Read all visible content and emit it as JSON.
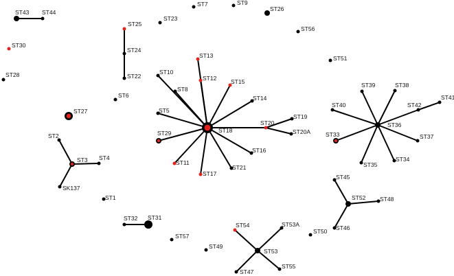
{
  "colors": {
    "node_black": "#000000",
    "node_red": "#e0241b",
    "edge": "#000000",
    "background": "#ffffff"
  },
  "nodes": [
    {
      "id": "ST43",
      "label": "ST43",
      "color": "black",
      "size": "medium"
    },
    {
      "id": "ST44",
      "label": "ST44",
      "color": "black",
      "size": "small"
    },
    {
      "id": "ST25",
      "label": "ST25",
      "color": "red",
      "size": "small"
    },
    {
      "id": "ST24",
      "label": "ST24",
      "color": "black",
      "size": "small"
    },
    {
      "id": "ST22",
      "label": "ST22",
      "color": "black",
      "size": "small"
    },
    {
      "id": "ST23",
      "label": "ST23",
      "color": "black",
      "size": "small"
    },
    {
      "id": "ST7",
      "label": "ST7",
      "color": "black",
      "size": "small"
    },
    {
      "id": "ST9",
      "label": "ST9",
      "color": "black",
      "size": "small"
    },
    {
      "id": "ST26",
      "label": "ST26",
      "color": "black",
      "size": "medium"
    },
    {
      "id": "ST56",
      "label": "ST56",
      "color": "black",
      "size": "small"
    },
    {
      "id": "ST30",
      "label": "ST30",
      "color": "red",
      "size": "small"
    },
    {
      "id": "ST28",
      "label": "ST28",
      "color": "black",
      "size": "small"
    },
    {
      "id": "ST51",
      "label": "ST51",
      "color": "black",
      "size": "small"
    },
    {
      "id": "ST6",
      "label": "ST6",
      "color": "black",
      "size": "small"
    },
    {
      "id": "ST27",
      "label": "ST27",
      "color": "ring",
      "size": "large"
    },
    {
      "id": "ST13",
      "label": "ST13",
      "color": "red",
      "size": "small"
    },
    {
      "id": "ST10",
      "label": "ST10",
      "color": "black",
      "size": "small"
    },
    {
      "id": "ST12",
      "label": "ST12",
      "color": "red",
      "size": "small"
    },
    {
      "id": "ST15",
      "label": "ST15",
      "color": "red",
      "size": "small"
    },
    {
      "id": "ST8",
      "label": "ST8",
      "color": "black",
      "size": "small"
    },
    {
      "id": "ST14",
      "label": "ST14",
      "color": "black",
      "size": "small"
    },
    {
      "id": "ST5",
      "label": "ST5",
      "color": "black",
      "size": "small"
    },
    {
      "id": "ST18",
      "label": "ST18",
      "color": "ring",
      "size": "xlarge"
    },
    {
      "id": "ST20",
      "label": "ST20",
      "color": "red",
      "size": "small"
    },
    {
      "id": "ST19",
      "label": "ST19",
      "color": "black",
      "size": "small"
    },
    {
      "id": "ST20A",
      "label": "ST20A",
      "color": "black",
      "size": "small"
    },
    {
      "id": "ST29",
      "label": "ST29",
      "color": "ring",
      "size": "medium"
    },
    {
      "id": "ST16",
      "label": "ST16",
      "color": "black",
      "size": "small"
    },
    {
      "id": "ST11",
      "label": "ST11",
      "color": "red",
      "size": "small"
    },
    {
      "id": "ST17",
      "label": "ST17",
      "color": "red",
      "size": "small"
    },
    {
      "id": "ST21",
      "label": "ST21",
      "color": "black",
      "size": "small"
    },
    {
      "id": "ST2",
      "label": "ST2",
      "color": "black",
      "size": "small"
    },
    {
      "id": "ST3",
      "label": "ST3",
      "color": "ring",
      "size": "medium"
    },
    {
      "id": "ST4",
      "label": "ST4",
      "color": "black",
      "size": "small"
    },
    {
      "id": "SK137",
      "label": "SK137",
      "color": "black",
      "size": "small"
    },
    {
      "id": "ST1",
      "label": "ST1",
      "color": "black",
      "size": "small"
    },
    {
      "id": "ST39",
      "label": "ST39",
      "color": "black",
      "size": "small"
    },
    {
      "id": "ST38",
      "label": "ST38",
      "color": "black",
      "size": "small"
    },
    {
      "id": "ST41",
      "label": "ST41",
      "color": "black",
      "size": "small"
    },
    {
      "id": "ST42",
      "label": "ST42",
      "color": "black",
      "size": "small"
    },
    {
      "id": "ST40",
      "label": "ST40",
      "color": "black",
      "size": "small"
    },
    {
      "id": "ST36",
      "label": "ST36",
      "color": "black",
      "size": "medium"
    },
    {
      "id": "ST33",
      "label": "ST33",
      "color": "ring",
      "size": "medium"
    },
    {
      "id": "ST37",
      "label": "ST37",
      "color": "black",
      "size": "small"
    },
    {
      "id": "ST35",
      "label": "ST35",
      "color": "black",
      "size": "small"
    },
    {
      "id": "ST34",
      "label": "ST34",
      "color": "black",
      "size": "small"
    },
    {
      "id": "ST45",
      "label": "ST45",
      "color": "black",
      "size": "small"
    },
    {
      "id": "ST52",
      "label": "ST52",
      "color": "black",
      "size": "medium"
    },
    {
      "id": "ST48",
      "label": "ST48",
      "color": "black",
      "size": "small"
    },
    {
      "id": "ST46",
      "label": "ST46",
      "color": "black",
      "size": "small"
    },
    {
      "id": "ST50",
      "label": "ST50",
      "color": "black",
      "size": "small"
    },
    {
      "id": "ST32",
      "label": "ST32",
      "color": "black",
      "size": "small"
    },
    {
      "id": "ST31",
      "label": "ST31",
      "color": "black",
      "size": "large"
    },
    {
      "id": "ST57",
      "label": "ST57",
      "color": "black",
      "size": "small"
    },
    {
      "id": "ST54",
      "label": "ST54",
      "color": "red",
      "size": "small"
    },
    {
      "id": "ST53A",
      "label": "ST53A",
      "color": "black",
      "size": "small"
    },
    {
      "id": "ST53",
      "label": "ST53",
      "color": "black",
      "size": "medium"
    },
    {
      "id": "ST49",
      "label": "ST49",
      "color": "black",
      "size": "small"
    },
    {
      "id": "ST47",
      "label": "ST47",
      "color": "black",
      "size": "small"
    },
    {
      "id": "ST55",
      "label": "ST55",
      "color": "black",
      "size": "small"
    }
  ],
  "edges": [
    [
      "ST43",
      "ST44"
    ],
    [
      "ST25",
      "ST24"
    ],
    [
      "ST24",
      "ST22"
    ],
    [
      "ST18",
      "ST13"
    ],
    [
      "ST18",
      "ST10"
    ],
    [
      "ST18",
      "ST12"
    ],
    [
      "ST18",
      "ST15"
    ],
    [
      "ST18",
      "ST8"
    ],
    [
      "ST18",
      "ST14"
    ],
    [
      "ST18",
      "ST5"
    ],
    [
      "ST18",
      "ST20"
    ],
    [
      "ST18",
      "ST29"
    ],
    [
      "ST18",
      "ST16"
    ],
    [
      "ST18",
      "ST11"
    ],
    [
      "ST18",
      "ST17"
    ],
    [
      "ST18",
      "ST21"
    ],
    [
      "ST20",
      "ST19"
    ],
    [
      "ST20",
      "ST20A"
    ],
    [
      "ST3",
      "ST2"
    ],
    [
      "ST3",
      "ST4"
    ],
    [
      "ST3",
      "SK137"
    ],
    [
      "ST36",
      "ST39"
    ],
    [
      "ST36",
      "ST38"
    ],
    [
      "ST36",
      "ST42"
    ],
    [
      "ST42",
      "ST41"
    ],
    [
      "ST36",
      "ST40"
    ],
    [
      "ST36",
      "ST33"
    ],
    [
      "ST36",
      "ST37"
    ],
    [
      "ST36",
      "ST35"
    ],
    [
      "ST36",
      "ST34"
    ],
    [
      "ST52",
      "ST45"
    ],
    [
      "ST52",
      "ST48"
    ],
    [
      "ST52",
      "ST46"
    ],
    [
      "ST32",
      "ST31"
    ],
    [
      "ST53",
      "ST54"
    ],
    [
      "ST53",
      "ST53A"
    ],
    [
      "ST53",
      "ST47"
    ],
    [
      "ST53",
      "ST55"
    ]
  ]
}
